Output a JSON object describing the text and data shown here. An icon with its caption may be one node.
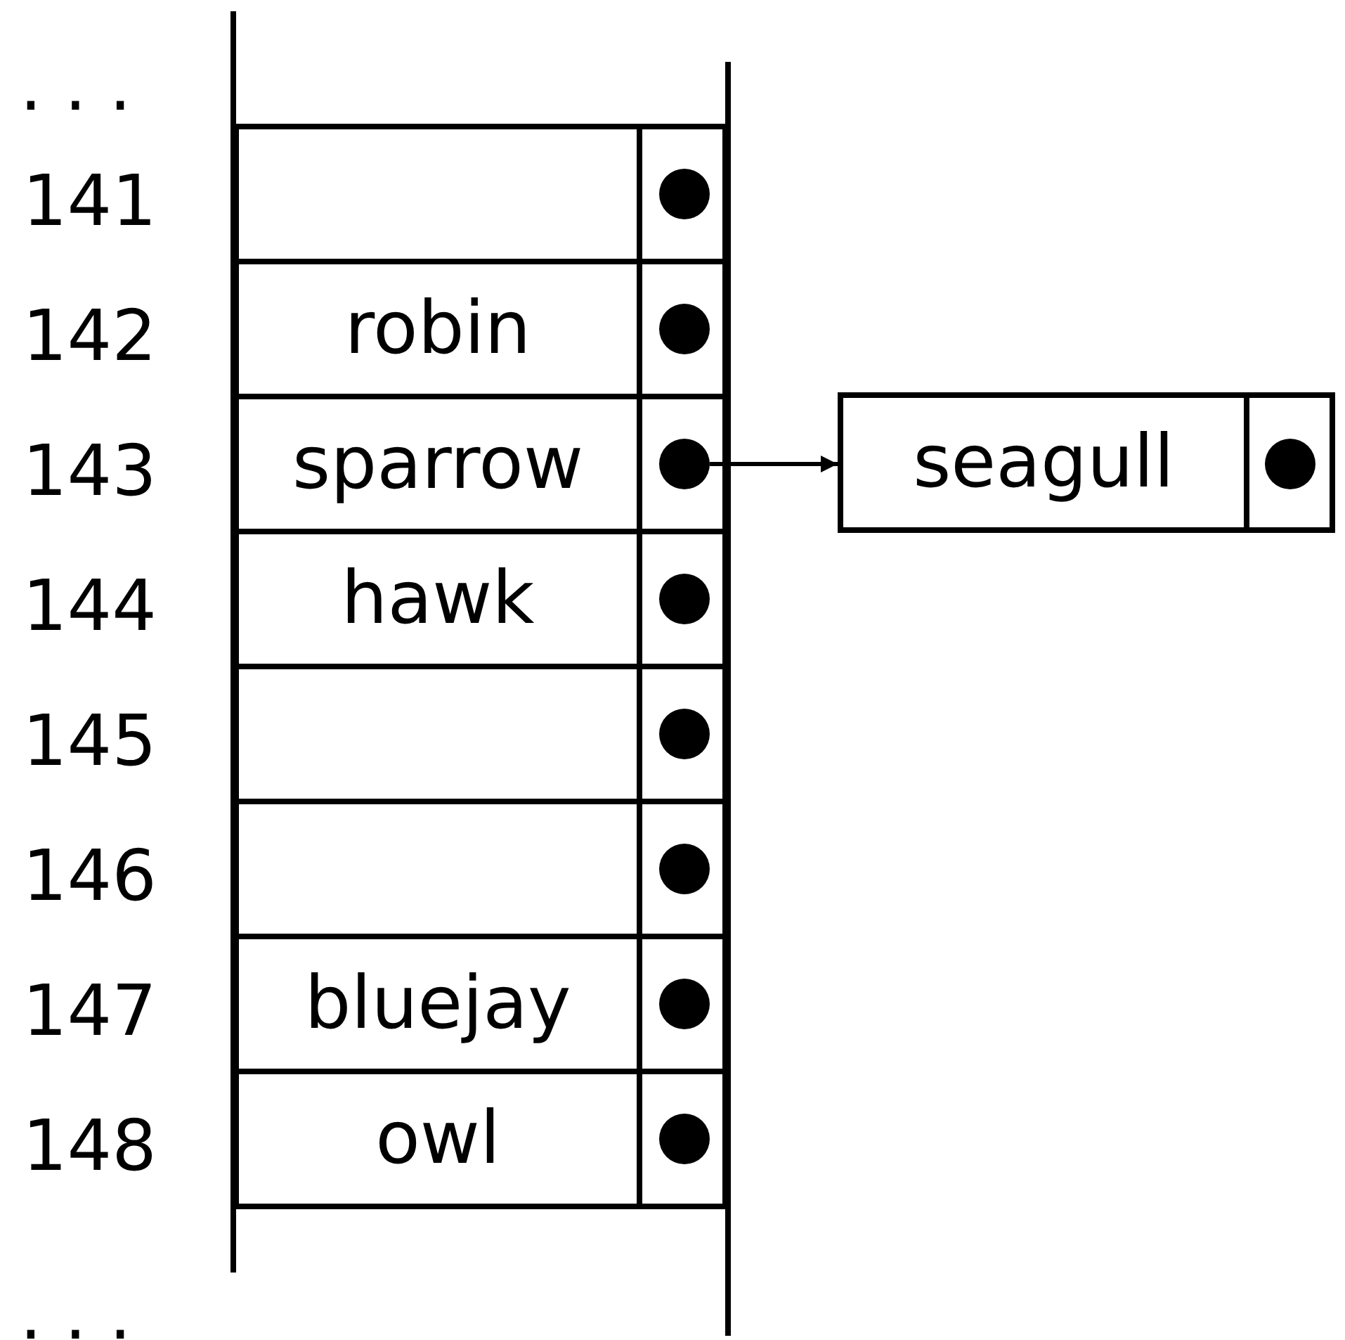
{
  "diagram": {
    "nodes": [
      {
        "text": [],
        "shape": "box"
      },
      {
        "text": [],
        "shape": "circle"
      },
      {
        "text": [
          "robin"
        ]
      },
      {
        "text": [],
        "shape": "circle"
      },
      {
        "text": [
          "sparrow"
        ]
      },
      {
        "text": [],
        "shape": "circle"
      },
      {
        "text": [
          "hawk"
        ]
      },
      {
        "text": [],
        "shape": "circle"
      },
      {
        "text": [],
        "shape": "box"
      },
      {
        "text": [],
        "shape": "circle"
      },
      {
        "text": [],
        "shape": "box"
      },
      {
        "text": [],
        "shape": "circle"
      },
      {
        "text": [
          "bluejay"
        ]
      },
      {
        "text": [],
        "shape": "circle"
      },
      {
        "text": [
          "owl"
        ]
      },
      {
        "text": [],
        "shape": "circle"
      },
      {
        "text": [
          "seagull"
        ]
      },
      {
        "text": [],
        "shape": "circle"
      }
    ],
    "edges": [
      {
        "from": 5,
        "to": 16,
        "arrow": "to"
      }
    ],
    "labels": [
      ". . .",
      "141",
      "142",
      "143",
      "144",
      "145",
      "146",
      "147",
      "148",
      ". . ."
    ]
  }
}
